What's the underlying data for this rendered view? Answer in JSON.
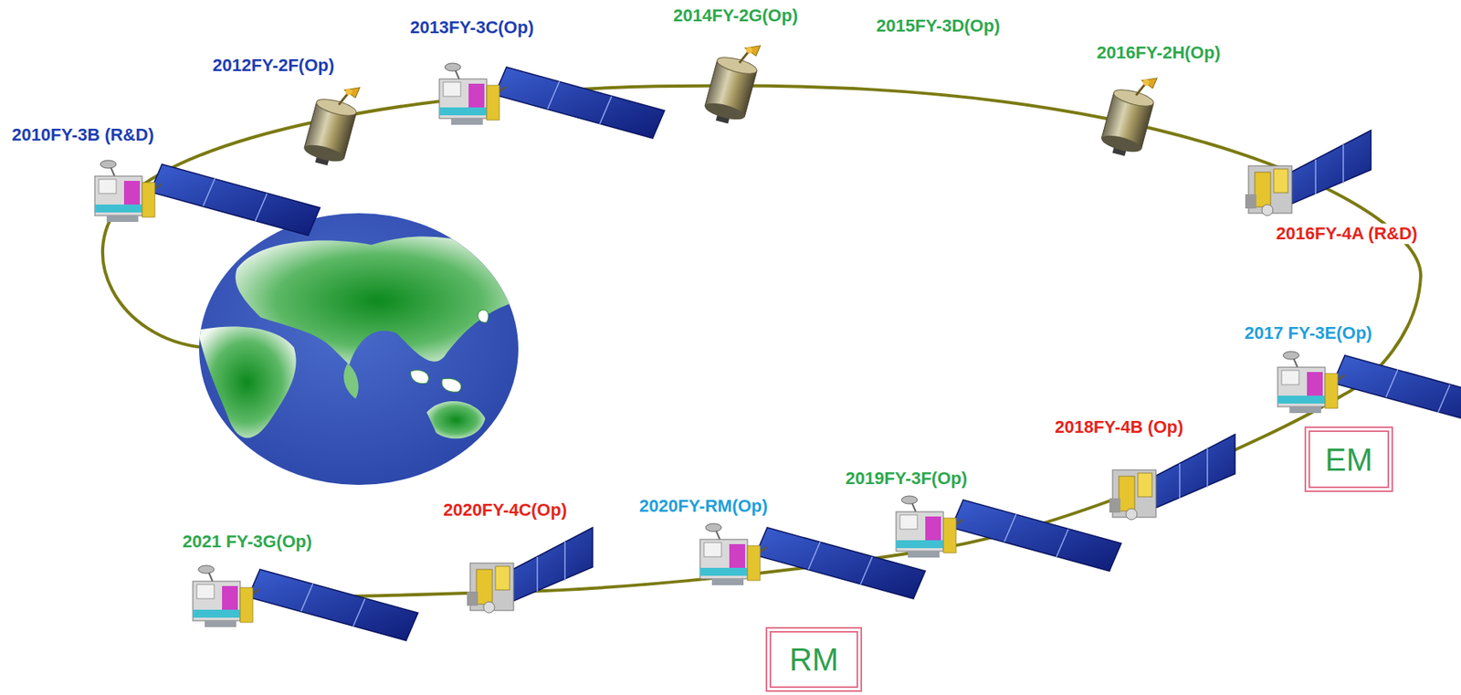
{
  "diagram": {
    "nodes": [
      {
        "text": [
          "EM"
        ]
      },
      {
        "text": [
          "RM"
        ]
      }
    ],
    "labels": [
      "2010FY-3B (R&D)",
      "2012FY-2F(Op)",
      "2013FY-3C(Op)",
      "2014FY-2G(Op)",
      "2015FY-3D(Op)",
      "2016FY-2H(Op)",
      "2016FY-4A (R&D)",
      "2017 FY-3E(Op)",
      "2018FY-4B (Op)",
      "2019FY-3F(Op)",
      "2020FY-RM(Op)",
      "2020FY-4C(Op)",
      "2021 FY-3G(Op)"
    ]
  }
}
